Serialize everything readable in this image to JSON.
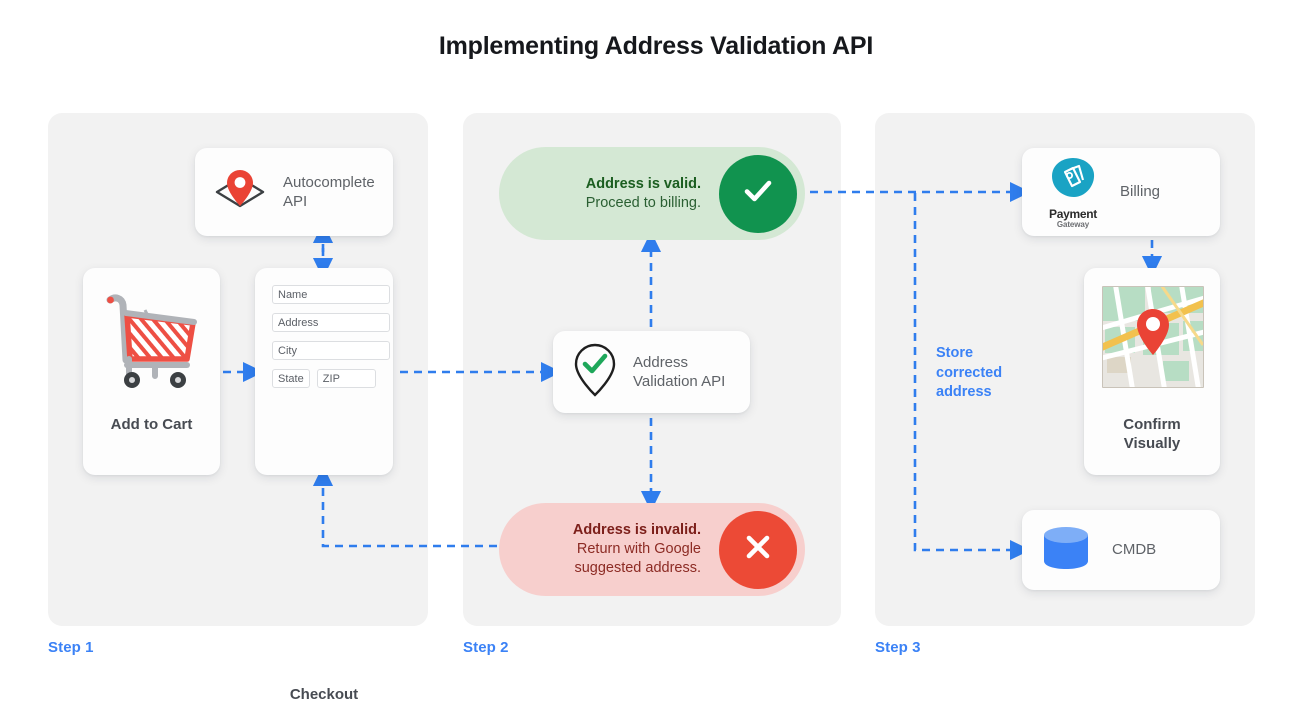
{
  "page": {
    "title": "Implementing Address Validation API",
    "accent_blue": "#3b82f6",
    "panel_bg": "#f2f2f2",
    "background": "#ffffff"
  },
  "steps": [
    {
      "label": "Step 1"
    },
    {
      "label": "Step 2"
    },
    {
      "label": "Step 3"
    }
  ],
  "step1": {
    "autocomplete_card": {
      "title": "Autocomplete\nAPI",
      "line1": "Autocomplete",
      "line2": "API",
      "icon": "map-pin-diamond-icon"
    },
    "add_to_cart_card": {
      "label": "Add to Cart",
      "icon": "shopping-cart-icon"
    },
    "checkout_card": {
      "label": "Checkout",
      "icon": "checkout-form-icon",
      "fields": [
        {
          "name": "name-field",
          "placeholder": "Name"
        },
        {
          "name": "address-field",
          "placeholder": "Address"
        },
        {
          "name": "city-field",
          "placeholder": "City"
        },
        {
          "name": "state-field",
          "placeholder": "State"
        },
        {
          "name": "zip-field",
          "placeholder": "ZIP"
        }
      ]
    }
  },
  "step2": {
    "valid_result": {
      "line1": "Address is valid.",
      "line2": "Proceed to billing.",
      "badge_icon": "check-icon",
      "badge_color": "#11934f",
      "pill_color": "#d4e8d4"
    },
    "validation_card": {
      "line1": "Address",
      "line2": "Validation API",
      "icon": "pin-check-icon"
    },
    "invalid_result": {
      "line1": "Address is invalid.",
      "line2": "Return with Google",
      "line3": "suggested address.",
      "badge_icon": "close-x-icon",
      "badge_color": "#ec4a36",
      "pill_color": "#f7cfcd"
    }
  },
  "step3": {
    "billing_card": {
      "label": "Billing",
      "logo_name": "Payment",
      "logo_sub": "Gateway",
      "icon": "payment-gateway-icon"
    },
    "map_card": {
      "line1": "Confirm",
      "line2": "Visually",
      "icon": "map-thumbnail-icon"
    },
    "cmdb_card": {
      "label": "CMDB",
      "icon": "database-cylinder-icon"
    },
    "store_label": {
      "line1": "Store",
      "line2": "corrected",
      "line3": "address"
    }
  }
}
